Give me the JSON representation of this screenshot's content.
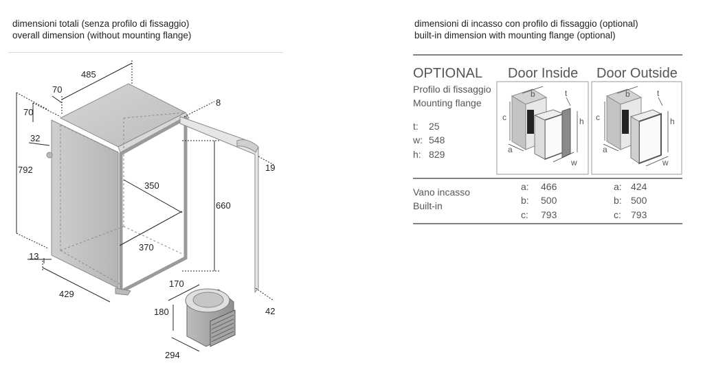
{
  "left_header": {
    "line1": "dimensioni totali (senza profilo di fissaggio)",
    "line2": "overall dimension (without mounting flange)"
  },
  "right_header": {
    "line1": "dimensioni di incasso con profilo di fissaggio (optional)",
    "line2": "built-in dimension with mounting flange (optional)"
  },
  "fridge_dimensions": {
    "width_top": "485",
    "depth_top": "70",
    "flange_top": "70",
    "door_thickness": "8",
    "side_offset": "32",
    "height": "792",
    "inner_height": "660",
    "inner_width": "350",
    "inner_depth": "370",
    "door_offset": "19",
    "base": "13",
    "bottom_width": "429",
    "door_bottom": "42"
  },
  "compressor_dimensions": {
    "width": "170",
    "height": "180",
    "depth": "294"
  },
  "optional_panel": {
    "title": "OPTIONAL",
    "door_inside": "Door Inside",
    "door_outside": "Door Outside",
    "flange_it": "Profilo di fissaggio",
    "flange_en": "Mounting flange",
    "specs": [
      {
        "key": "t:",
        "value": "25"
      },
      {
        "key": "w:",
        "value": "548"
      },
      {
        "key": "h:",
        "value": "829"
      }
    ],
    "diagram_labels": {
      "a": "a",
      "b": "b",
      "c": "c",
      "t": "t",
      "h": "h",
      "w": "w"
    },
    "vano_it": "Vano incasso",
    "vano_en": "Built-in",
    "inside_values": [
      {
        "key": "a:",
        "value": "466"
      },
      {
        "key": "b:",
        "value": "500"
      },
      {
        "key": "c:",
        "value": "793"
      }
    ],
    "outside_values": [
      {
        "key": "a:",
        "value": "424"
      },
      {
        "key": "b:",
        "value": "500"
      },
      {
        "key": "c:",
        "value": "793"
      }
    ]
  }
}
